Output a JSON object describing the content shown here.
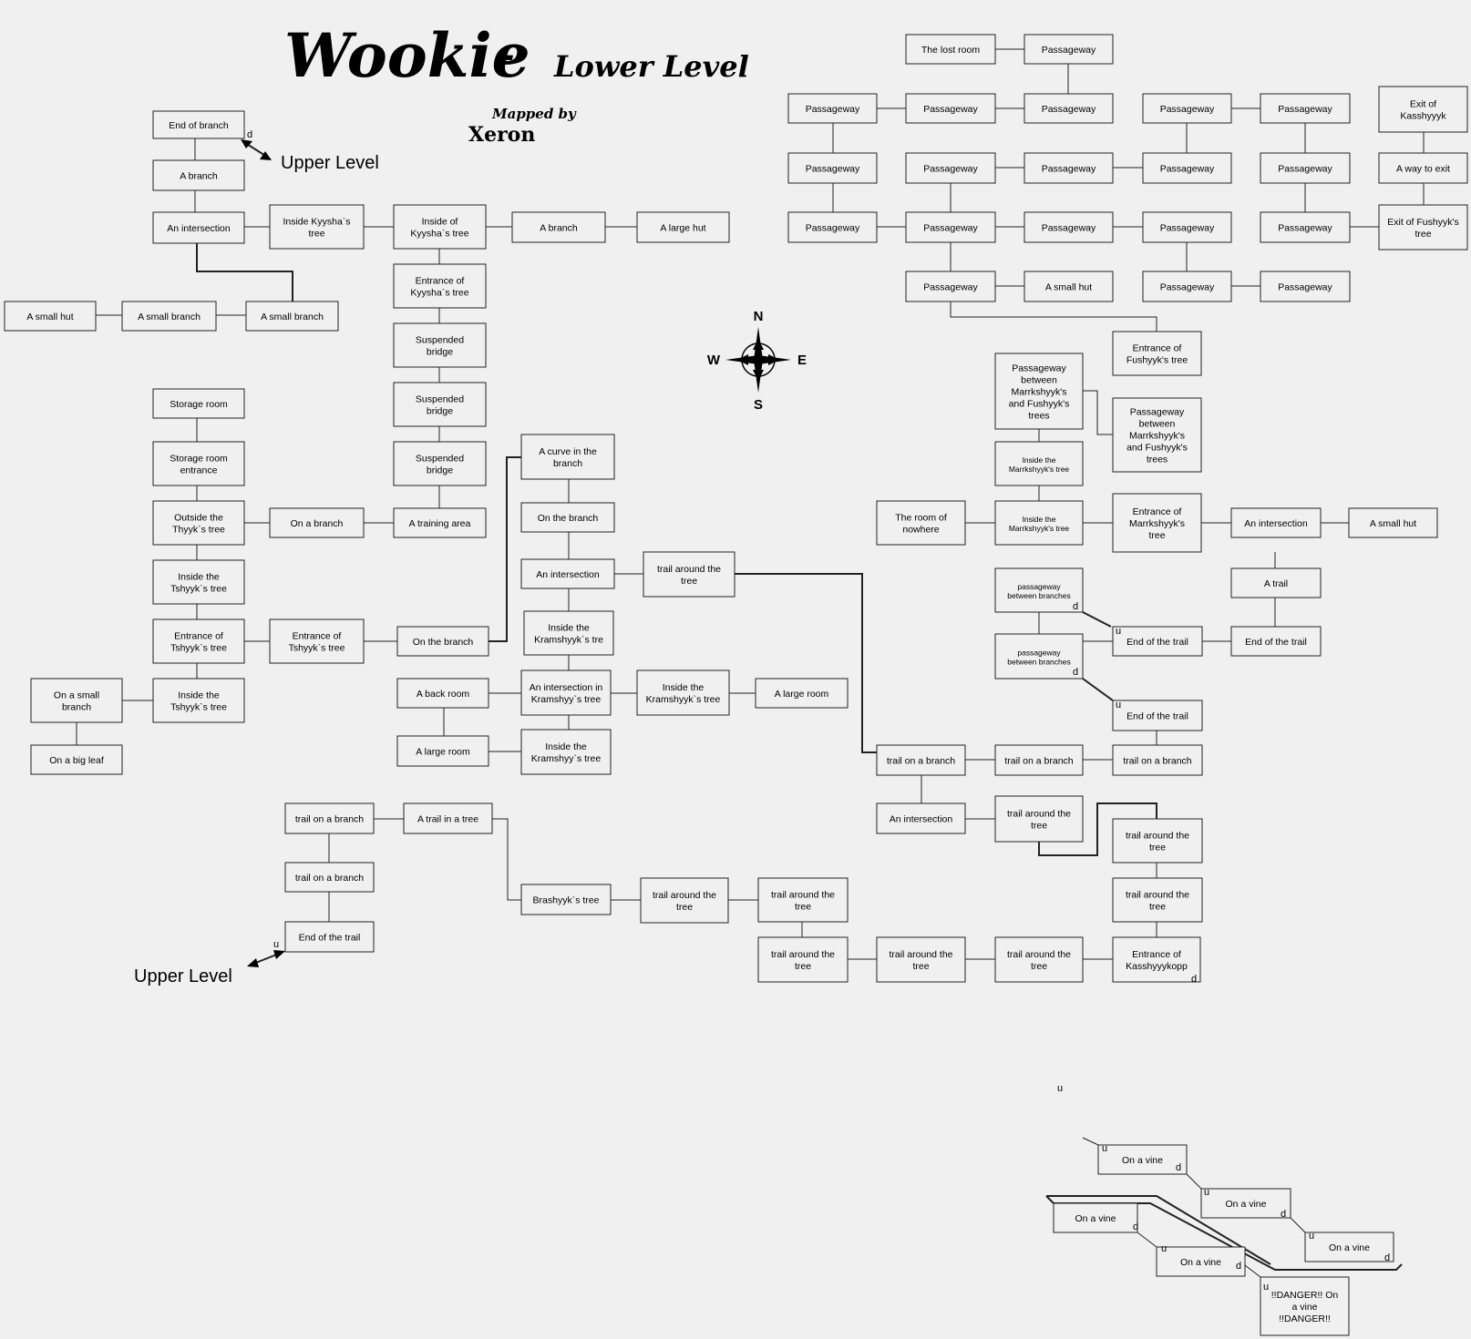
{
  "title": {
    "main": "Wookie",
    "dash": "-",
    "sub": "Lower Level",
    "mapped_by": "Mapped by",
    "author": "Xeron"
  },
  "labels": {
    "upper_level_top": "Upper Level",
    "upper_level_bottom": "Upper Level"
  },
  "compass": {
    "n": "N",
    "e": "E",
    "s": "S",
    "w": "W"
  },
  "exit_letters": {
    "u": "u",
    "d": "d"
  },
  "rooms": [
    {
      "id": "end_branch",
      "lines": [
        "End of branch"
      ]
    },
    {
      "id": "a_branch_1",
      "lines": [
        "A branch"
      ]
    },
    {
      "id": "intersection_1",
      "lines": [
        "An intersection"
      ]
    },
    {
      "id": "inside_kyysha_1",
      "lines": [
        "Inside Kyysha`s",
        "tree"
      ]
    },
    {
      "id": "inside_kyysha_2",
      "lines": [
        "Inside of",
        "Kyysha`s tree"
      ]
    },
    {
      "id": "a_branch_2",
      "lines": [
        "A branch"
      ]
    },
    {
      "id": "large_hut",
      "lines": [
        "A large hut"
      ]
    },
    {
      "id": "small_hut_1",
      "lines": [
        "A small hut"
      ]
    },
    {
      "id": "small_branch_1",
      "lines": [
        "A small branch"
      ]
    },
    {
      "id": "small_branch_2",
      "lines": [
        "A small branch"
      ]
    },
    {
      "id": "entrance_kyysha",
      "lines": [
        "Entrance of",
        "Kyysha`s tree"
      ]
    },
    {
      "id": "bridge_1",
      "lines": [
        "Suspended",
        "bridge"
      ]
    },
    {
      "id": "bridge_2",
      "lines": [
        "Suspended",
        "bridge"
      ]
    },
    {
      "id": "bridge_3",
      "lines": [
        "Suspended",
        "bridge"
      ]
    },
    {
      "id": "training",
      "lines": [
        "A training area"
      ]
    },
    {
      "id": "storage",
      "lines": [
        "Storage room"
      ]
    },
    {
      "id": "storage_entr",
      "lines": [
        "Storage room",
        "entrance"
      ]
    },
    {
      "id": "outside_thyyk",
      "lines": [
        "Outside the",
        "Thyyk`s tree"
      ]
    },
    {
      "id": "on_branch_1",
      "lines": [
        "On a branch"
      ]
    },
    {
      "id": "inside_tshyyk_1",
      "lines": [
        "Inside the",
        "Tshyyk`s tree"
      ]
    },
    {
      "id": "entr_tshyyk_1",
      "lines": [
        "Entrance of",
        "Tshyyk`s tree"
      ]
    },
    {
      "id": "entr_tshyyk_2",
      "lines": [
        "Entrance of",
        "Tshyyk`s tree"
      ]
    },
    {
      "id": "on_the_branch_1",
      "lines": [
        "On the branch"
      ]
    },
    {
      "id": "small_branch_3",
      "lines": [
        "On a small",
        "branch"
      ]
    },
    {
      "id": "inside_tshyyk_2",
      "lines": [
        "Inside the",
        "Tshyyk`s tree"
      ]
    },
    {
      "id": "big_leaf",
      "lines": [
        "On a big leaf"
      ]
    },
    {
      "id": "curve",
      "lines": [
        "A curve in the",
        "branch"
      ]
    },
    {
      "id": "on_the_branch_2",
      "lines": [
        "On the branch"
      ]
    },
    {
      "id": "intersection_2",
      "lines": [
        "An intersection"
      ]
    },
    {
      "id": "trail_around_1",
      "lines": [
        "trail around the",
        "tree"
      ]
    },
    {
      "id": "inside_kram_1",
      "lines": [
        "Inside the",
        "Kramshyyk`s tre"
      ]
    },
    {
      "id": "back_room",
      "lines": [
        "A back room"
      ]
    },
    {
      "id": "inter_kram",
      "lines": [
        "An intersection in",
        "Kramshyy`s tree"
      ]
    },
    {
      "id": "inside_kram_2",
      "lines": [
        "Inside the",
        "Kramshyyk`s tree"
      ]
    },
    {
      "id": "large_room_1",
      "lines": [
        "A large room"
      ]
    },
    {
      "id": "large_room_2",
      "lines": [
        "A large room"
      ]
    },
    {
      "id": "inside_kram_3",
      "lines": [
        "Inside the",
        "Kramshyy`s tree"
      ]
    },
    {
      "id": "trail_branch_1",
      "lines": [
        "trail on a branch"
      ]
    },
    {
      "id": "trail_in_tree",
      "lines": [
        "A trail in a tree"
      ]
    },
    {
      "id": "trail_branch_2",
      "lines": [
        "trail on a branch"
      ]
    },
    {
      "id": "end_trail_1",
      "lines": [
        "End of the trail"
      ]
    },
    {
      "id": "brashyyk",
      "lines": [
        "Brashyyk`s tree"
      ]
    },
    {
      "id": "trail_around_2",
      "lines": [
        "trail around the",
        "tree"
      ]
    },
    {
      "id": "trail_around_3",
      "lines": [
        "trail around the",
        "tree"
      ]
    },
    {
      "id": "trail_around_4",
      "lines": [
        "trail around the",
        "tree"
      ]
    },
    {
      "id": "trail_around_5",
      "lines": [
        "trail around the",
        "tree"
      ]
    },
    {
      "id": "trail_around_6",
      "lines": [
        "trail around the",
        "tree"
      ]
    },
    {
      "id": "entr_kass",
      "lines": [
        "Entrance of",
        "Kasshyyykopp"
      ]
    },
    {
      "id": "lost_room",
      "lines": [
        "The lost room"
      ]
    },
    {
      "id": "pass_01",
      "lines": [
        "Passageway"
      ]
    },
    {
      "id": "pass_02",
      "lines": [
        "Passageway"
      ]
    },
    {
      "id": "pass_03",
      "lines": [
        "Passageway"
      ]
    },
    {
      "id": "pass_04",
      "lines": [
        "Passageway"
      ]
    },
    {
      "id": "pass_05",
      "lines": [
        "Passageway"
      ]
    },
    {
      "id": "pass_06",
      "lines": [
        "Passageway"
      ]
    },
    {
      "id": "exit_kass",
      "lines": [
        "Exit of",
        "Kasshyyyk"
      ]
    },
    {
      "id": "pass_07",
      "lines": [
        "Passageway"
      ]
    },
    {
      "id": "pass_08",
      "lines": [
        "Passageway"
      ]
    },
    {
      "id": "pass_09",
      "lines": [
        "Passageway"
      ]
    },
    {
      "id": "pass_10",
      "lines": [
        "Passageway"
      ]
    },
    {
      "id": "pass_11",
      "lines": [
        "Passageway"
      ]
    },
    {
      "id": "way_exit",
      "lines": [
        "A way to exit"
      ]
    },
    {
      "id": "pass_12",
      "lines": [
        "Passageway"
      ]
    },
    {
      "id": "pass_13",
      "lines": [
        "Passageway"
      ]
    },
    {
      "id": "pass_14",
      "lines": [
        "Passageway"
      ]
    },
    {
      "id": "pass_15",
      "lines": [
        "Passageway"
      ]
    },
    {
      "id": "pass_16",
      "lines": [
        "Passageway"
      ]
    },
    {
      "id": "exit_fushyyk",
      "lines": [
        "Exit of Fushyyk's",
        "tree"
      ]
    },
    {
      "id": "pass_17",
      "lines": [
        "Passageway"
      ]
    },
    {
      "id": "small_hut_2",
      "lines": [
        "A small hut"
      ]
    },
    {
      "id": "pass_18",
      "lines": [
        "Passageway"
      ]
    },
    {
      "id": "pass_19",
      "lines": [
        "Passageway"
      ]
    },
    {
      "id": "entr_fushyyk",
      "lines": [
        "Entrance of",
        "Fushyyk's tree"
      ]
    },
    {
      "id": "pass_between_1",
      "lines": [
        "Passageway",
        "between",
        "Marrkshyyk's",
        "and Fushyyk's",
        "trees"
      ]
    },
    {
      "id": "pass_between_2",
      "lines": [
        "Passageway",
        "between",
        "Marrkshyyk's",
        "and Fushyyk's",
        "trees"
      ]
    },
    {
      "id": "inside_marr_1",
      "lines": [
        "Inside the",
        "Marrkshyyk's tree"
      ],
      "small": true
    },
    {
      "id": "room_nowhere",
      "lines": [
        "The room of",
        "nowhere"
      ]
    },
    {
      "id": "inside_marr_2",
      "lines": [
        "Inside the",
        "Marrkshyyk's tree"
      ],
      "small": true
    },
    {
      "id": "entr_marr",
      "lines": [
        "Entrance of",
        "Marrkshyyk's",
        "tree"
      ]
    },
    {
      "id": "intersection_3",
      "lines": [
        "An intersection"
      ]
    },
    {
      "id": "small_hut_3",
      "lines": [
        "A small hut"
      ]
    },
    {
      "id": "pass_branches_1",
      "lines": [
        "passageway",
        "between branches"
      ],
      "small": true
    },
    {
      "id": "a_trail",
      "lines": [
        "A trail"
      ]
    },
    {
      "id": "end_trail_2",
      "lines": [
        "End of the trail"
      ]
    },
    {
      "id": "end_trail_3",
      "lines": [
        "End of the trail"
      ]
    },
    {
      "id": "pass_branches_2",
      "lines": [
        "passageway",
        "between branches"
      ],
      "small": true
    },
    {
      "id": "end_trail_4",
      "lines": [
        "End of the trail"
      ]
    },
    {
      "id": "trail_branch_3",
      "lines": [
        "trail on a branch"
      ]
    },
    {
      "id": "trail_branch_4",
      "lines": [
        "trail on a branch"
      ]
    },
    {
      "id": "trail_branch_5",
      "lines": [
        "trail on a branch"
      ]
    },
    {
      "id": "intersection_4",
      "lines": [
        "An intersection"
      ]
    },
    {
      "id": "trail_around_7",
      "lines": [
        "trail around the",
        "tree"
      ]
    },
    {
      "id": "trail_around_8",
      "lines": [
        "trail around the",
        "tree"
      ]
    },
    {
      "id": "trail_around_9",
      "lines": [
        "trail around the",
        "tree"
      ]
    },
    {
      "id": "vine_1",
      "lines": [
        "On a vine"
      ]
    },
    {
      "id": "vine_2",
      "lines": [
        "On a vine"
      ]
    },
    {
      "id": "vine_3",
      "lines": [
        "On a vine"
      ]
    },
    {
      "id": "vine_4",
      "lines": [
        "On a vine"
      ]
    },
    {
      "id": "vine_5",
      "lines": [
        "On a vine"
      ]
    },
    {
      "id": "danger",
      "lines": [
        "!!DANGER!! On",
        "a vine",
        "!!DANGER!!"
      ]
    }
  ]
}
